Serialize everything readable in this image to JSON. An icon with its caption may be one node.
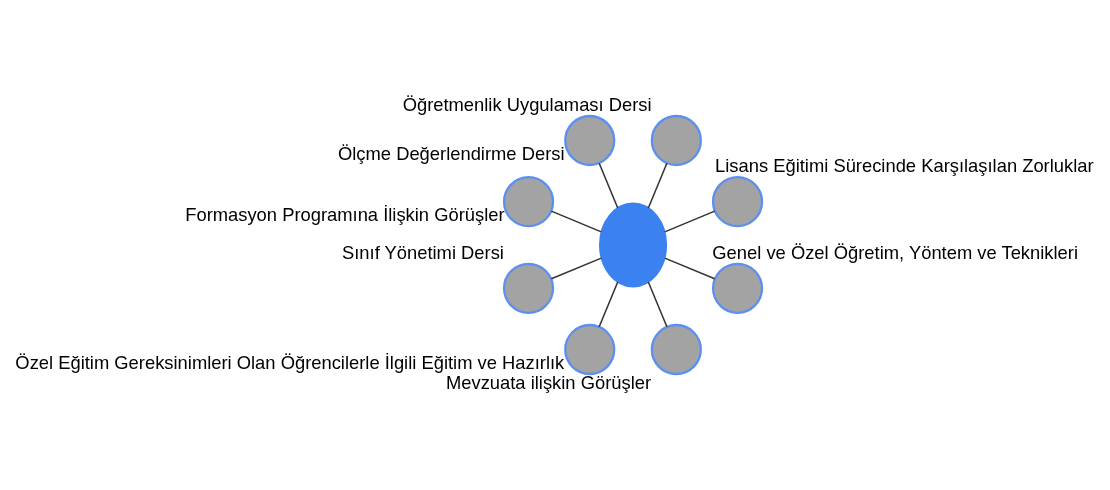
{
  "diagram": {
    "nodes": [
      {
        "text": [],
        "shape": "ellipse"
      },
      {
        "text": [],
        "shape": "circle",
        "beside": [
          "Lisans Eğitimi Sürecinde Karşılaşılan Zorluklar"
        ]
      },
      {
        "text": [],
        "shape": "circle",
        "beside": [
          "Öğretmenlik Uygulaması Dersi"
        ]
      },
      {
        "text": [],
        "shape": "circle",
        "beside": [
          "Ölçme Değerlendirme Dersi"
        ]
      },
      {
        "text": [],
        "shape": "circle",
        "beside": [
          "Formasyon Programına İlişkin Görüşler"
        ]
      },
      {
        "text": [],
        "shape": "circle",
        "beside": [
          "Sınıf Yönetimi Dersi"
        ]
      },
      {
        "text": [],
        "shape": "circle",
        "beside": [
          "Özel Eğitim Gereksinimleri Olan Öğrencilerle İlgili Eğitim ve Hazırlık"
        ]
      },
      {
        "text": [],
        "shape": "circle",
        "beside": [
          "Mevzuata ilişkin Görüşler"
        ]
      },
      {
        "text": [],
        "shape": "circle",
        "beside": [
          "Genel ve Özel Öğretim, Yöntem ve Teknikleri"
        ]
      }
    ],
    "edges": [
      {
        "from": 0,
        "to": 1,
        "arrow": "none"
      },
      {
        "from": 0,
        "to": 3,
        "arrow": "none"
      },
      {
        "from": 0,
        "to": 5,
        "arrow": "none"
      },
      {
        "from": 0,
        "to": 7,
        "arrow": "none"
      },
      {
        "from": 0,
        "to": 8,
        "arrow": "none"
      },
      {
        "from": 0,
        "to": 6,
        "arrow": "none"
      },
      {
        "from": 0,
        "to": 4,
        "arrow": "none"
      },
      {
        "from": 0,
        "to": 2,
        "arrow": "none"
      }
    ]
  }
}
